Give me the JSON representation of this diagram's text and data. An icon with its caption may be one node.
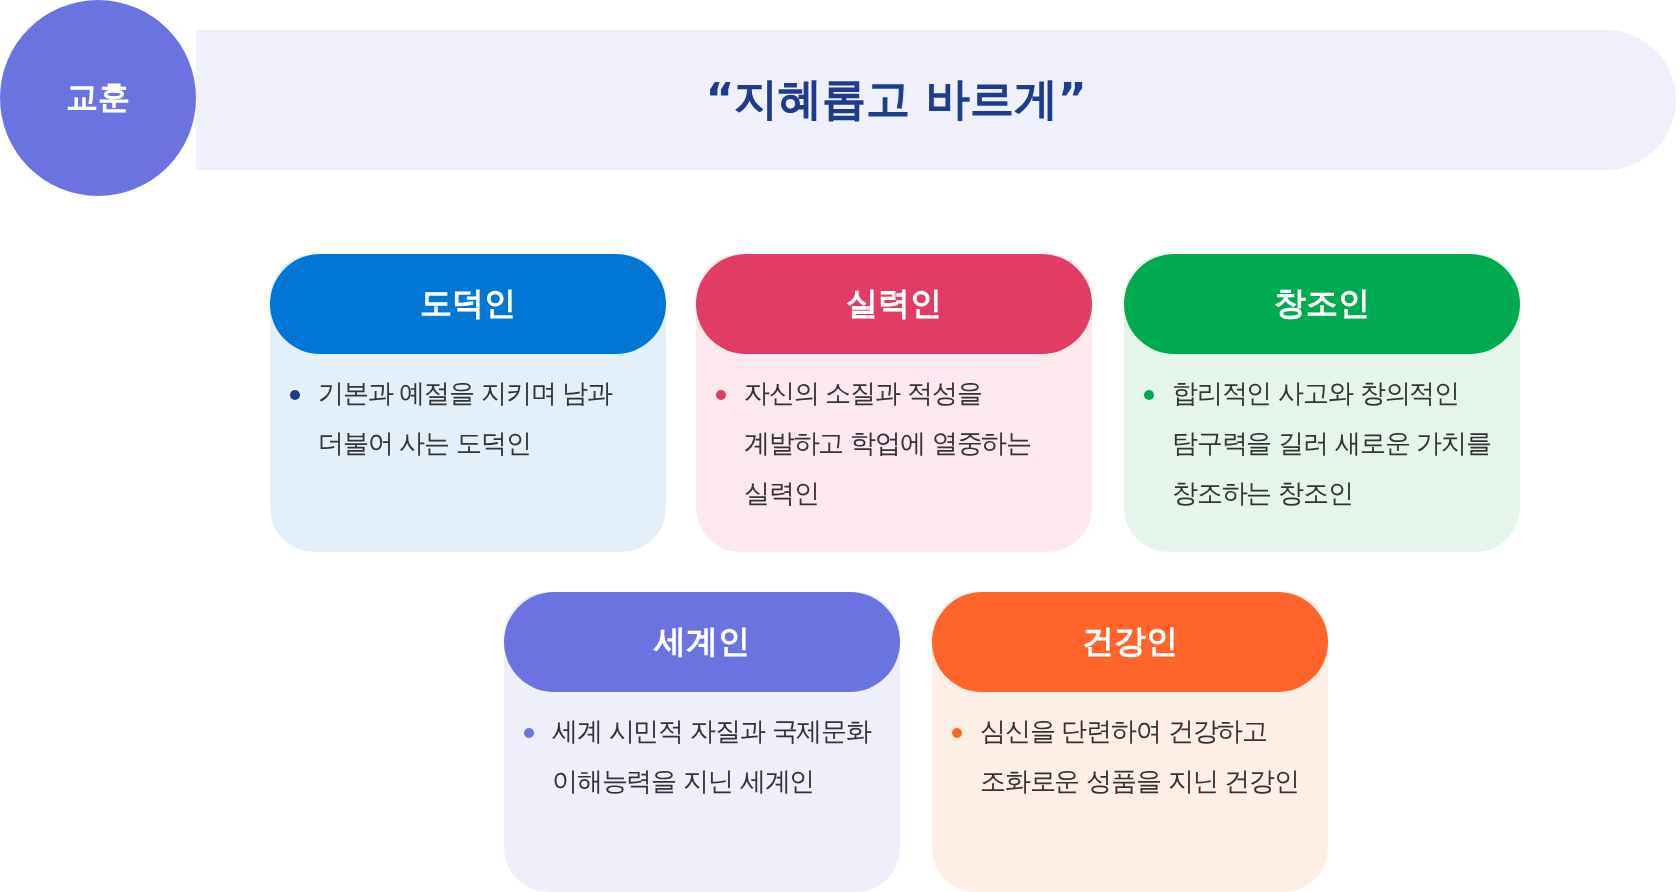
{
  "diagram": {
    "nodes": [
      {
        "text": [
          "교훈"
        ]
      },
      {
        "text": [
          "“지혜롭고 바르게”"
        ]
      },
      {
        "text": [
          "도덕인",
          "기본과 예절을 지키며 남과 더불어 사는 도덕인"
        ]
      },
      {
        "text": [
          "실력인",
          "자신의 소질과 적성을 계발하고 학업에 열중하는 실력인"
        ]
      },
      {
        "text": [
          "창조인",
          "합리적인 사고와 창의적인 탐구력을 길러 새로운 가치를 창조하는 창조인"
        ]
      },
      {
        "text": [
          "세계인",
          "세계 시민적 자질과 국제문화 이해능력을 지닌 세계인"
        ]
      },
      {
        "text": [
          "건강인",
          "심신을 단련하여 건강하고 조화로운 성품을 지닌 건강인"
        ]
      }
    ]
  }
}
